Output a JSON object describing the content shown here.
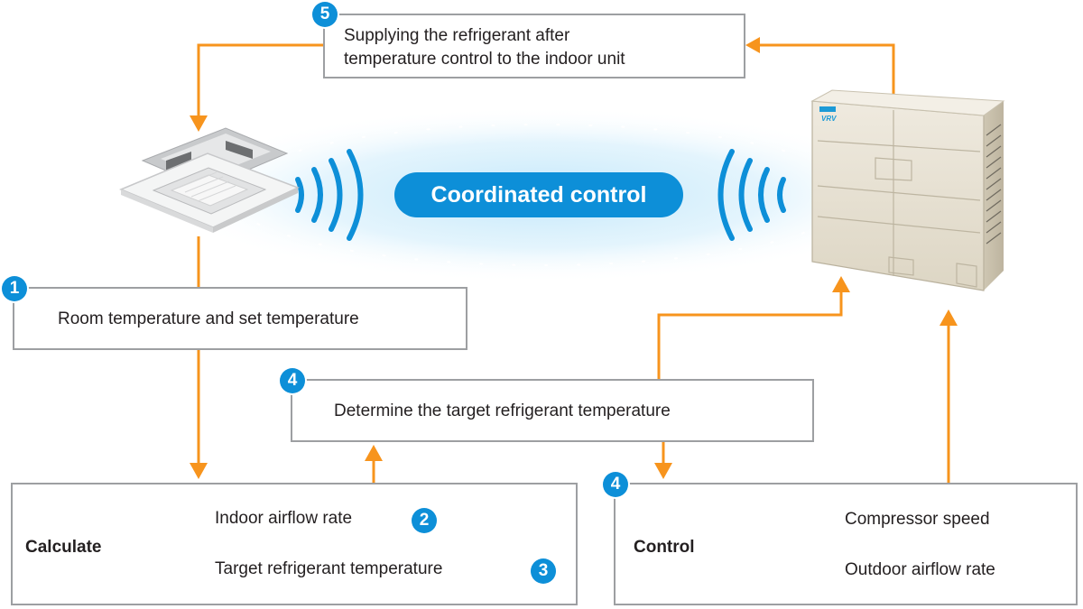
{
  "center_label": "Coordinated control",
  "step5": {
    "badge": "5",
    "line1": "Supplying the refrigerant after",
    "line2": "temperature control to the indoor unit"
  },
  "step1": {
    "badge": "1",
    "text": "Room temperature and set temperature"
  },
  "step4_target": {
    "badge": "4",
    "text": "Determine the target refrigerant temperature"
  },
  "calculate": {
    "title": "Calculate",
    "item1": "Indoor airflow rate",
    "item1_badge": "2",
    "item2": "Target refrigerant temperature",
    "item2_badge": "3"
  },
  "control": {
    "badge": "4",
    "title": "Control",
    "item1": "Compressor speed",
    "item2": "Outdoor airflow rate"
  },
  "colors": {
    "arrow": "#f7941d",
    "accent": "#0d8fd8",
    "box_border": "#9d9fa2",
    "unit_body": "#e8e2d3"
  },
  "icons": {
    "indoor_unit": "cassette-indoor-unit-icon",
    "outdoor_unit": "vrv-outdoor-unit-icon",
    "thermometer": "thermometer-icon",
    "airflow": "airflow-bars-icon",
    "compressor": "compressor-spiral-icon",
    "fan": "fan-icon"
  }
}
